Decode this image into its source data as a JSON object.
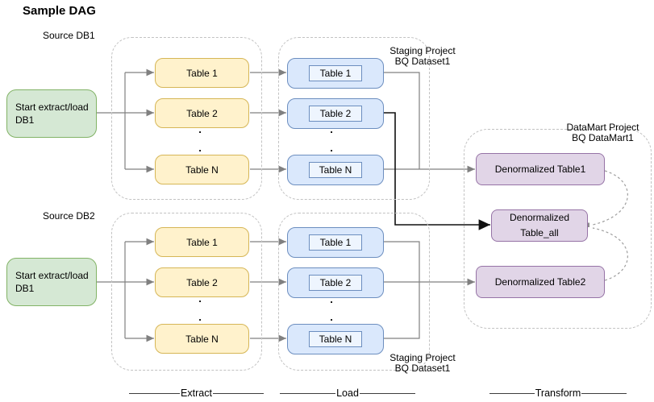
{
  "title": "Sample DAG",
  "sources": {
    "db1": {
      "label": "Source DB1",
      "start_node": "Start extract/load\nDB1"
    },
    "db2": {
      "label": "Source DB2",
      "start_node": "Start extract/load\nDB1"
    }
  },
  "extract": {
    "db1_tables": [
      "Table 1",
      "Table 2",
      "Table N"
    ],
    "db2_tables": [
      "Table 1",
      "Table 2",
      "Table N"
    ]
  },
  "load": {
    "db1_tables": [
      "Table 1",
      "Table 2",
      "Table N"
    ],
    "db2_tables": [
      "Table 1",
      "Table 2",
      "Table N"
    ],
    "staging_label_top": "Staging Project\nBQ Dataset1",
    "staging_label_bottom": "Staging Project\nBQ Dataset1"
  },
  "transform": {
    "datamart_label": "DataMart Project\nBQ DataMart1",
    "denormalized_table1": "Denormalized Table1",
    "denormalized_table_all": "Denormalized\nTable_all",
    "denormalized_table2": "Denormalized Table2"
  },
  "stage_labels": {
    "extract": "Extract",
    "load": "Load",
    "transform": "Transform"
  },
  "ellipsis_dot": ".",
  "colors": {
    "start_fill": "#d5e8d4",
    "start_border": "#82b366",
    "extract_fill": "#fff2cc",
    "extract_border": "#d6b656",
    "load_fill": "#dae8fc",
    "load_border": "#6c8ebf",
    "transform_fill": "#e1d5e7",
    "transform_border": "#9673a6",
    "connector_gray": "#808080",
    "connector_black": "#111111",
    "dashed_container": "#c2c2c2",
    "dashed_arc": "#9e9e9e"
  }
}
